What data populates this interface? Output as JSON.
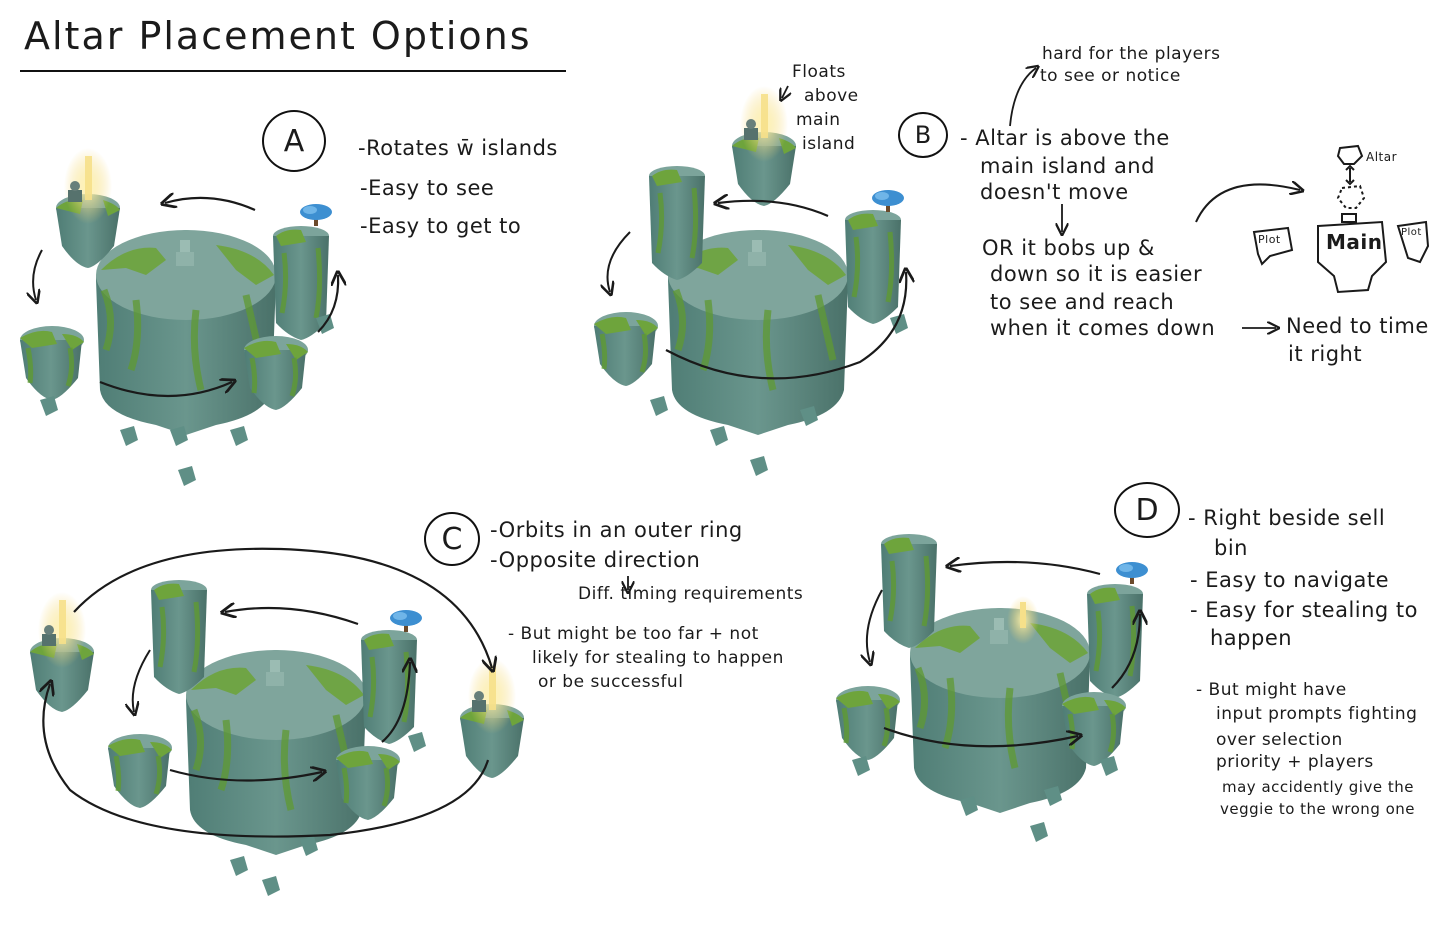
{
  "title": "Altar Placement Options",
  "colors": {
    "rock": "#5f8f86",
    "rock_dark": "#4c776f",
    "rock_top": "#7ca49b",
    "moss": "#6ea43c",
    "ink": "#1a1a1a",
    "glow": "#f3d36b",
    "tree": "#3d8fd1"
  },
  "option_a": {
    "letter": "A",
    "notes": [
      "-Rotates w̄ islands",
      "-Easy to see",
      "-Easy to get to"
    ]
  },
  "option_b": {
    "letter": "B",
    "float_note": [
      "Floats",
      "above",
      "main",
      "island"
    ],
    "hard_note": [
      "hard for the players",
      "to see or notice"
    ],
    "notes": [
      "- Altar is above the",
      "main island and",
      "doesn't move"
    ],
    "or_note": [
      "OR it bobs up &",
      "down so it is easier",
      "to see and reach",
      "when it comes down"
    ],
    "timing_note": [
      "Need to time",
      "it right"
    ],
    "sketch": {
      "altar": "Altar",
      "main": "Main",
      "plot_left": "Plot",
      "plot_right": "Plot"
    }
  },
  "option_c": {
    "letter": "C",
    "notes": [
      "-Orbits in an outer ring",
      "-Opposite direction"
    ],
    "sub_note": "Diff. timing requirements",
    "caveat": [
      "- But might be too far + not",
      "likely for stealing to happen",
      "or be successful"
    ]
  },
  "option_d": {
    "letter": "D",
    "notes": [
      "- Right beside sell",
      "bin",
      "- Easy to navigate",
      "- Easy for stealing to",
      "happen"
    ],
    "caveat": [
      "- But might have",
      "input prompts fighting",
      "over selection",
      "priority + players",
      "may accidently give the",
      "veggie to the wrong one"
    ]
  }
}
